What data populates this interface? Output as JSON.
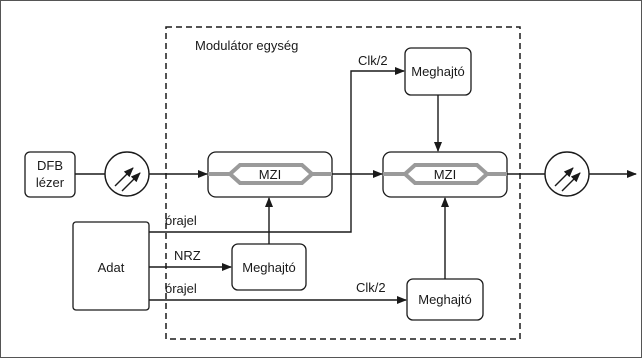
{
  "modulator_label": "Modulátor egység",
  "dfb": {
    "line1": "DFB",
    "line2": "lézer"
  },
  "adat": "Adat",
  "mzi1": "MZI",
  "mzi2": "MZI",
  "driver_top": "Meghajtó",
  "driver_mid": "Meghajtó",
  "driver_bottom": "Meghajtó",
  "clk_top": "Clk/2",
  "clk_bottom": "Clk/2",
  "orajel_top": "órajel",
  "orajel_bottom": "órajel",
  "nrz": "NRZ"
}
